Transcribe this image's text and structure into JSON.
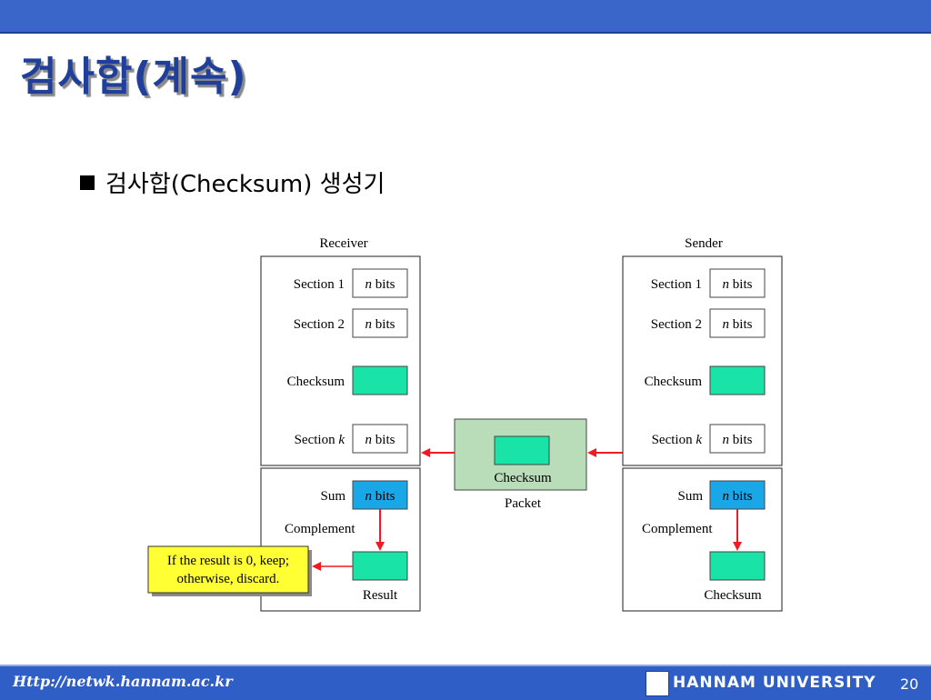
{
  "header": {
    "title": "검사합(계속)"
  },
  "bullet": {
    "text": "검사합(Checksum) 생성기"
  },
  "diagram": {
    "receiver_title": "Receiver",
    "sender_title": "Sender",
    "section1": "Section 1",
    "section2": "Section 2",
    "section_k_prefix": "Section ",
    "section_k_var": "k",
    "n_var": "n",
    "bits": " bits",
    "checksum": "Checksum",
    "sum": "Sum",
    "complement": "Complement",
    "result": "Result",
    "packet": "Packet",
    "note_line1": "If the result is 0, keep;",
    "note_line2": "otherwise, discard.",
    "colors": {
      "teal_box": "#19e3a6",
      "blue_box": "#1aa7e8",
      "packet_bg": "#b9dcb9",
      "note_bg": "#ffff33",
      "arrow": "#ee1b24"
    }
  },
  "footer": {
    "url": "Http://netwk.hannam.ac.kr",
    "university": "HANNAM UNIVERSITY",
    "page": "20"
  }
}
